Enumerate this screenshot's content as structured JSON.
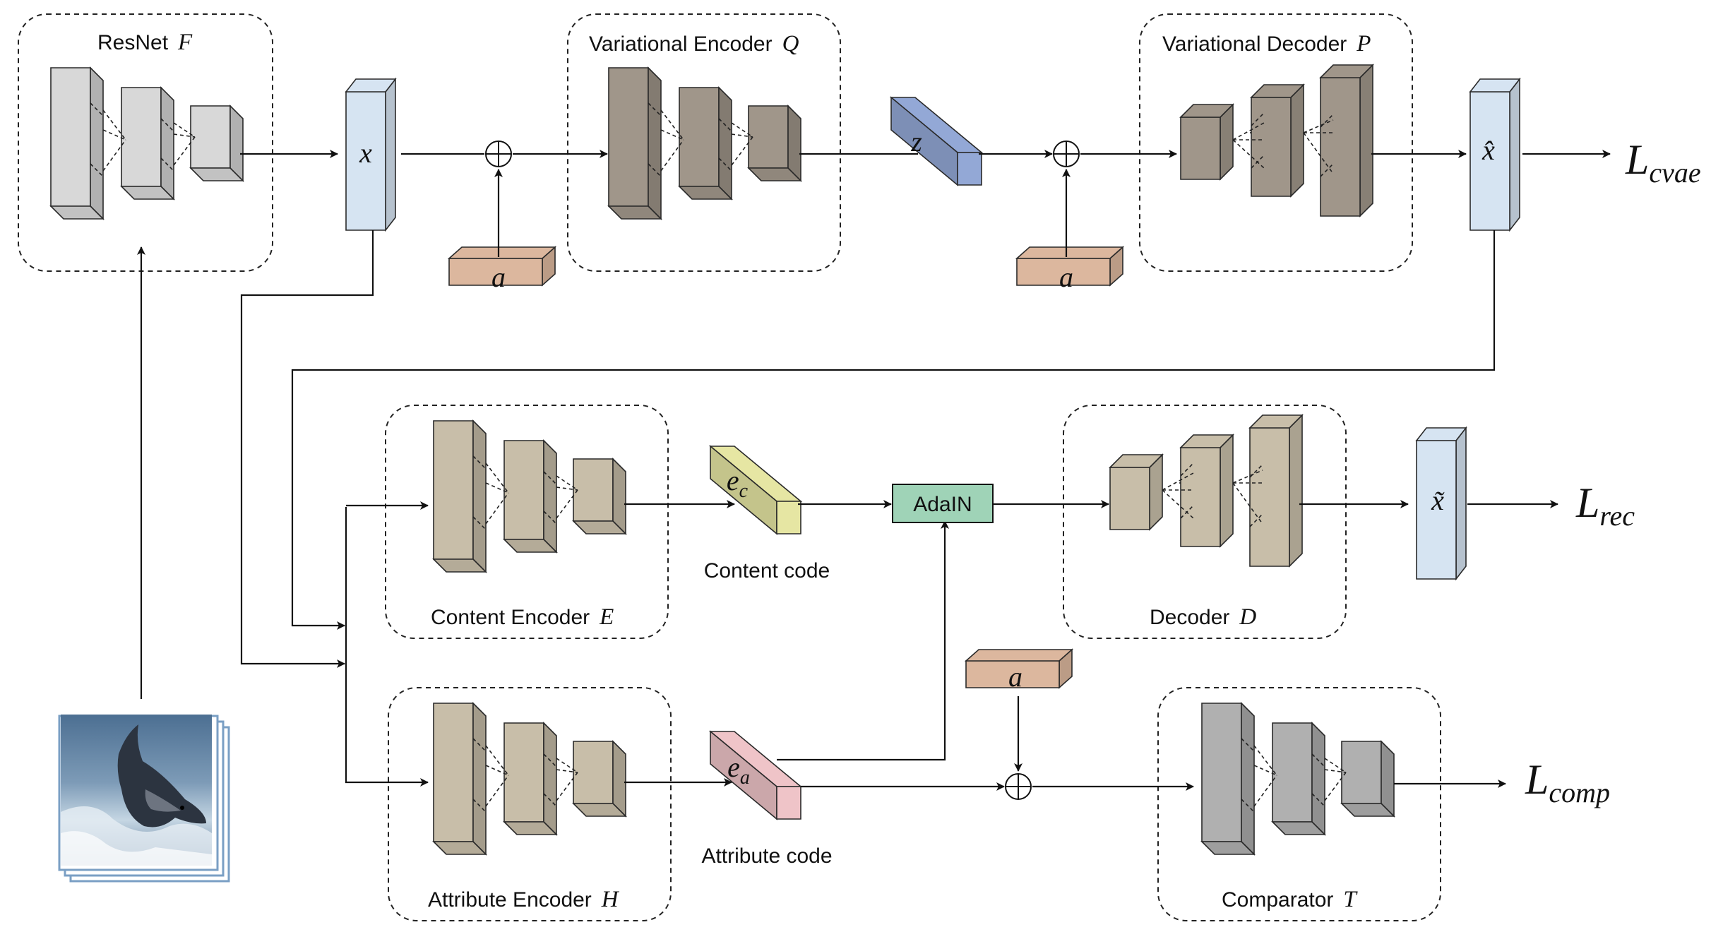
{
  "colors": {
    "gray_light": "#d8d8d8",
    "gray_mid": "#b0b0b0",
    "dark_taupe": "#a0968a",
    "tan": "#c8bea9",
    "blue_light": "#d6e4f2",
    "blue_mid": "#93a8d6",
    "orange": "#dcb79e",
    "yellow": "#e6e6a3",
    "pink": "#efc4c8",
    "green": "#9fd3b7"
  },
  "modules": {
    "resnet": {
      "name": "ResNet",
      "symbol": "F"
    },
    "var_encoder": {
      "name": "Variational Encoder",
      "symbol": "Q"
    },
    "var_decoder": {
      "name": "Variational Decoder",
      "symbol": "P"
    },
    "content_encoder": {
      "name": "Content Encoder",
      "symbol": "E"
    },
    "attribute_encoder": {
      "name": "Attribute Encoder",
      "symbol": "H"
    },
    "decoder": {
      "name": "Decoder",
      "symbol": "D"
    },
    "comparator": {
      "name": "Comparator",
      "symbol": "T"
    }
  },
  "tensors": {
    "x": "x",
    "x_hat": "x̂",
    "x_tilde": "x̃",
    "z": "z",
    "a1": "a",
    "a2": "a",
    "a3": "a",
    "e_c": {
      "base": "e",
      "sub": "c"
    },
    "e_a": {
      "base": "e",
      "sub": "a"
    }
  },
  "labels": {
    "adain": "AdaIN",
    "content_code": "Content code",
    "attribute_code": "Attribute code"
  },
  "losses": {
    "cvae": {
      "base": "L",
      "sub": "cvae"
    },
    "rec": {
      "base": "L",
      "sub": "rec"
    },
    "comp": {
      "base": "L",
      "sub": "comp"
    }
  },
  "input_image": {
    "subject": "dolphin-photo-stack"
  }
}
